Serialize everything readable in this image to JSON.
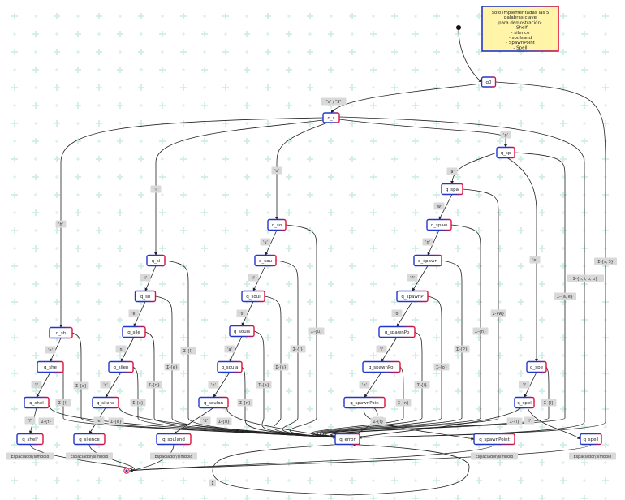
{
  "note": {
    "lines": [
      "Solo implementadas las 5",
      "palabras clave",
      "para demostración:",
      "- Shelf",
      "- silence",
      "- soulsand",
      "- SpawnPoint",
      "- Spell"
    ]
  },
  "colors": {
    "blue": "#2236c9",
    "red": "#e0103a",
    "grid": "#cdeee6",
    "note_fill": "#fff4a8",
    "label_bg": "#d9d9d9"
  },
  "states": [
    {
      "id": "q0",
      "label": "q0"
    },
    {
      "id": "q_s",
      "label": "q_s"
    },
    {
      "id": "q_sh",
      "label": "q_sh"
    },
    {
      "id": "q_she",
      "label": "q_she"
    },
    {
      "id": "q_shel",
      "label": "q_shel"
    },
    {
      "id": "q_shelf",
      "label": "q_shelf"
    },
    {
      "id": "q_si",
      "label": "q_si"
    },
    {
      "id": "q_sil",
      "label": "q_sil"
    },
    {
      "id": "q_sile",
      "label": "q_sile"
    },
    {
      "id": "q_silen",
      "label": "q_silen"
    },
    {
      "id": "q_silenc",
      "label": "q_silenc"
    },
    {
      "id": "q_silence",
      "label": "q_silence"
    },
    {
      "id": "q_so",
      "label": "q_so"
    },
    {
      "id": "q_sou",
      "label": "q_sou"
    },
    {
      "id": "q_soul",
      "label": "q_soul"
    },
    {
      "id": "q_souls",
      "label": "q_souls"
    },
    {
      "id": "q_soula",
      "label": "q_soula"
    },
    {
      "id": "q_soulan",
      "label": "q_soulan"
    },
    {
      "id": "q_souland",
      "label": "q_souland"
    },
    {
      "id": "q_sp",
      "label": "q_sp"
    },
    {
      "id": "q_spa",
      "label": "q_spa"
    },
    {
      "id": "q_spaw",
      "label": "q_spaw"
    },
    {
      "id": "q_spawn",
      "label": "q_spawn"
    },
    {
      "id": "q_spawnP",
      "label": "q_spawnP"
    },
    {
      "id": "q_spawnPo",
      "label": "q_spawnPo"
    },
    {
      "id": "q_spawnPoi",
      "label": "q_spawnPoi"
    },
    {
      "id": "q_spawnPoin",
      "label": "q_spawnPoin"
    },
    {
      "id": "q_spawnPoint",
      "label": "q_spawnPoint"
    },
    {
      "id": "q_spe",
      "label": "q_spe"
    },
    {
      "id": "q_spel",
      "label": "q_spel"
    },
    {
      "id": "q_spell",
      "label": "q_spell"
    },
    {
      "id": "q_error",
      "label": "q_error"
    }
  ],
  "transitions": [
    {
      "id": "t0",
      "label": "\"s\" / \"S\""
    },
    {
      "id": "t_h",
      "label": "'h'"
    },
    {
      "id": "t_i",
      "label": "'i'"
    },
    {
      "id": "t_o",
      "label": "'o'"
    },
    {
      "id": "t_p",
      "label": "'p'"
    },
    {
      "id": "t_sh_e",
      "label": "'e'"
    },
    {
      "id": "t_she_l",
      "label": "'l'"
    },
    {
      "id": "t_shel_f",
      "label": "'f'"
    },
    {
      "id": "t_si_l",
      "label": "'l'"
    },
    {
      "id": "t_sil_e",
      "label": "'e'"
    },
    {
      "id": "t_sile_n",
      "label": "'n'"
    },
    {
      "id": "t_silen_c",
      "label": "'c'"
    },
    {
      "id": "t_silenc_e",
      "label": "'e'"
    },
    {
      "id": "t_so_u",
      "label": "'u'"
    },
    {
      "id": "t_sou_l",
      "label": "'l'"
    },
    {
      "id": "t_soul_s",
      "label": "'s'"
    },
    {
      "id": "t_souls_a",
      "label": "'a'"
    },
    {
      "id": "t_soula_n",
      "label": "'n'"
    },
    {
      "id": "t_soulan_d",
      "label": "'d'"
    },
    {
      "id": "t_sp_a",
      "label": "'a'"
    },
    {
      "id": "t_spa_w",
      "label": "'w'"
    },
    {
      "id": "t_spaw_n",
      "label": "'n'"
    },
    {
      "id": "t_spawn_P",
      "label": "'P'"
    },
    {
      "id": "t_spawnP_o",
      "label": "'o'"
    },
    {
      "id": "t_spawnPo_i",
      "label": "'i'"
    },
    {
      "id": "t_spawnPoi_n",
      "label": "'n'"
    },
    {
      "id": "t_spawnPoin_t",
      "label": "'t'"
    },
    {
      "id": "t_sp_e",
      "label": "'e'"
    },
    {
      "id": "t_spe_l",
      "label": "'l'"
    },
    {
      "id": "t_spel_l",
      "label": "'l'"
    },
    {
      "id": "e_q0",
      "label": "Σ-{s, S}"
    },
    {
      "id": "e_q_s",
      "label": "Σ-{h, i, o, p}"
    },
    {
      "id": "e_q_sp",
      "label": "Σ-{a, e}"
    },
    {
      "id": "e_q_spa",
      "label": "Σ-{w}"
    },
    {
      "id": "e_q_spaw",
      "label": "Σ-{n}"
    },
    {
      "id": "e_q_spawn",
      "label": "Σ-{P}"
    },
    {
      "id": "e_q_spawnP",
      "label": "Σ-{o}"
    },
    {
      "id": "e_q_spawnPo",
      "label": "Σ-{i}"
    },
    {
      "id": "e_q_spawnPoi",
      "label": "Σ-{n}"
    },
    {
      "id": "e_q_spawnPoin",
      "label": "Σ-{t}"
    },
    {
      "id": "e_q_spe",
      "label": "Σ-{l}"
    },
    {
      "id": "e_q_spel",
      "label": "Σ-{l}"
    },
    {
      "id": "e_q_so",
      "label": "Σ-{u}"
    },
    {
      "id": "e_q_sou",
      "label": "Σ-{l}"
    },
    {
      "id": "e_q_soul",
      "label": "Σ-{s}"
    },
    {
      "id": "e_q_souls",
      "label": "Σ-{a}"
    },
    {
      "id": "e_q_soula",
      "label": "Σ-{n}"
    },
    {
      "id": "e_q_soulan",
      "label": "Σ-{d}"
    },
    {
      "id": "e_q_si",
      "label": "Σ-{l}"
    },
    {
      "id": "e_q_sil",
      "label": "Σ-{e}"
    },
    {
      "id": "e_q_sile",
      "label": "Σ-{n}"
    },
    {
      "id": "e_q_silen",
      "label": "Σ-{c}"
    },
    {
      "id": "e_q_silenc",
      "label": "Σ-{e}"
    },
    {
      "id": "e_q_sh",
      "label": "Σ-{e}"
    },
    {
      "id": "e_q_she",
      "label": "Σ-{l}"
    },
    {
      "id": "e_q_shel",
      "label": "Σ-{f}"
    },
    {
      "id": "f_shelf",
      "label": "Espaciador/símbolo"
    },
    {
      "id": "f_silence",
      "label": "Espaciador/símbolo"
    },
    {
      "id": "f_souland",
      "label": "Espaciador/símbolo"
    },
    {
      "id": "f_spawnPoint",
      "label": "Espaciador/símbolo"
    },
    {
      "id": "f_spell",
      "label": "Espaciador/símbolo"
    },
    {
      "id": "e_loop",
      "label": "Σ"
    }
  ]
}
